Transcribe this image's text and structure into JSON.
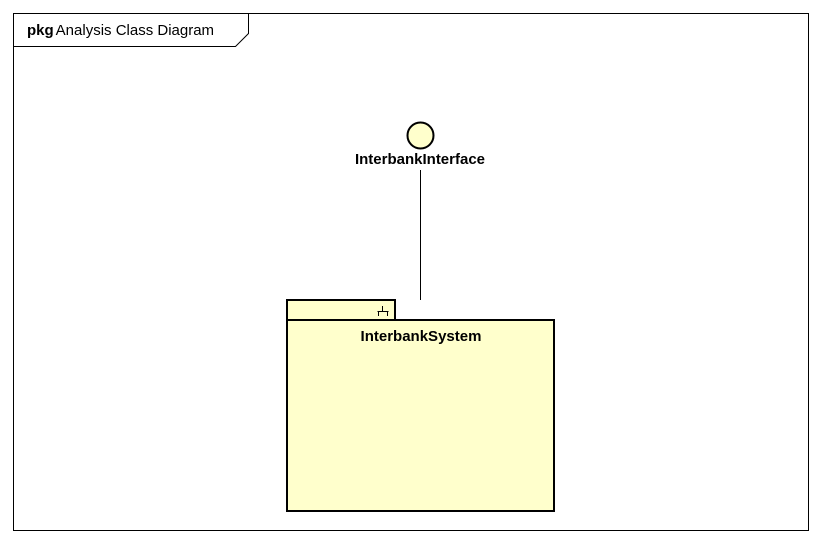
{
  "frame": {
    "keyword": "pkg",
    "title": "Analysis Class Diagram"
  },
  "interface": {
    "name": "InterbankInterface"
  },
  "package": {
    "name": "InterbankSystem"
  },
  "colors": {
    "fill": "#FFFFCC",
    "stroke": "#000000",
    "background": "#FFFFFF"
  }
}
